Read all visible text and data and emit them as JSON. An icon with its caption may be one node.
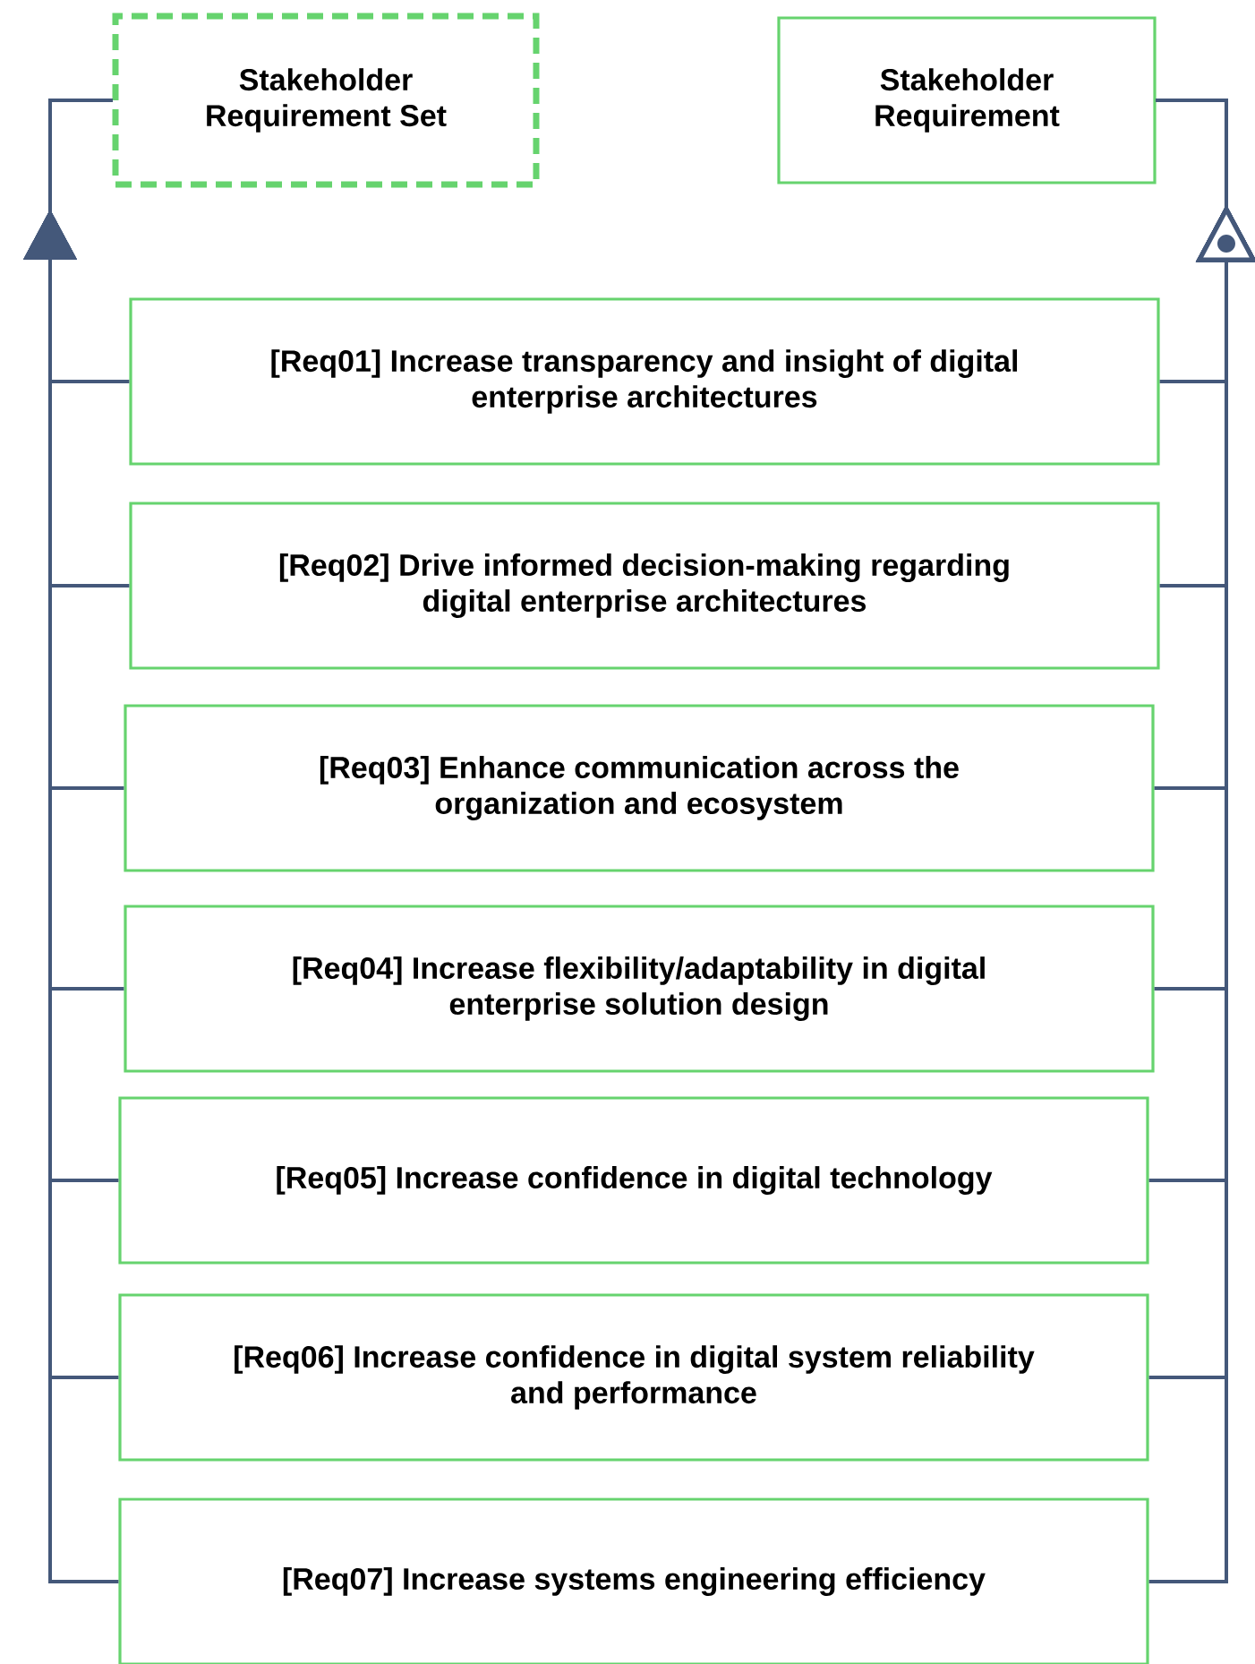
{
  "diagram": {
    "nodes": [
      {
        "text": [
          "Stakeholder Requirement Set"
        ]
      },
      {
        "text": [
          "Stakeholder Requirement"
        ]
      },
      {
        "text": [
          "[Req01] Increase transparency and insight of digital enterprise architectures"
        ]
      },
      {
        "text": [
          "[Req02] Drive informed decision-making regarding digital enterprise architectures"
        ]
      },
      {
        "text": [
          "[Req03] Enhance communication across the organization and ecosystem"
        ]
      },
      {
        "text": [
          "[Req04] Increase flexibility/adaptability in digital enterprise solution design"
        ]
      },
      {
        "text": [
          "[Req05] Increase confidence in digital technology"
        ]
      },
      {
        "text": [
          "[Req06] Increase confidence in digital system reliability and performance"
        ]
      },
      {
        "text": [
          "[Req07] Increase systems engineering efficiency"
        ]
      }
    ],
    "edges": [
      {
        "from": 2,
        "to": 0,
        "arrow": "to"
      },
      {
        "from": 3,
        "to": 0,
        "arrow": "to"
      },
      {
        "from": 4,
        "to": 0,
        "arrow": "to"
      },
      {
        "from": 5,
        "to": 0,
        "arrow": "to"
      },
      {
        "from": 6,
        "to": 0,
        "arrow": "to"
      },
      {
        "from": 7,
        "to": 0,
        "arrow": "to"
      },
      {
        "from": 8,
        "to": 0,
        "arrow": "to"
      },
      {
        "from": 2,
        "to": 1,
        "arrow": "to"
      },
      {
        "from": 3,
        "to": 1,
        "arrow": "to"
      },
      {
        "from": 4,
        "to": 1,
        "arrow": "to"
      },
      {
        "from": 5,
        "to": 1,
        "arrow": "to"
      },
      {
        "from": 6,
        "to": 1,
        "arrow": "to"
      },
      {
        "from": 7,
        "to": 1,
        "arrow": "to"
      },
      {
        "from": 8,
        "to": 1,
        "arrow": "to"
      }
    ]
  }
}
